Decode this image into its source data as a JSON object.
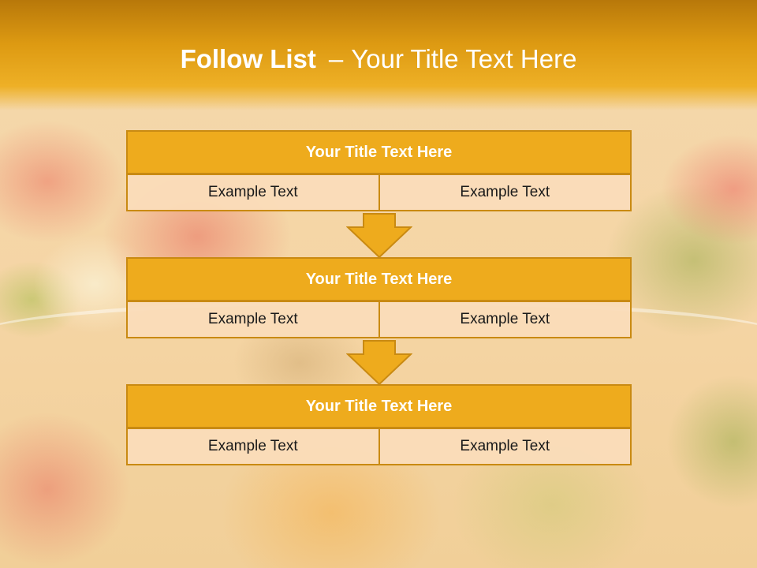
{
  "header": {
    "title_bold": "Follow List",
    "title_sep": "–",
    "title_rest": "Your Title Text Here"
  },
  "steps": [
    {
      "title": "Your Title Text Here",
      "left": "Example Text",
      "right": "Example Text"
    },
    {
      "title": "Your Title Text Here",
      "left": "Example Text",
      "right": "Example Text"
    },
    {
      "title": "Your Title Text Here",
      "left": "Example Text",
      "right": "Example Text"
    }
  ],
  "colors": {
    "accent": "#eeab1d",
    "border": "#c98a12",
    "cell": "#f8dcb8",
    "header_dark": "#b8780a"
  },
  "icons": [
    "down-arrow-icon"
  ]
}
